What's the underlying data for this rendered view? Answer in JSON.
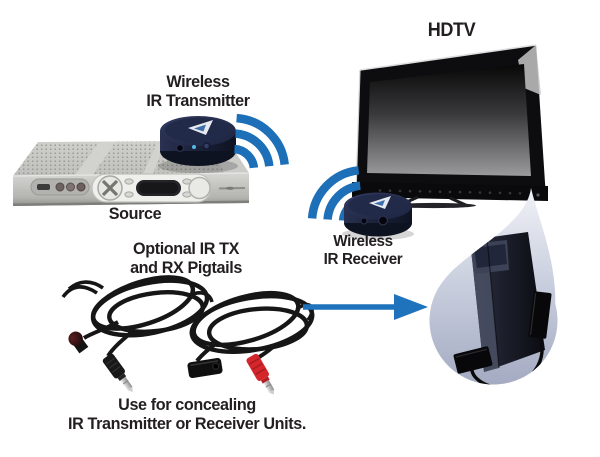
{
  "labels": {
    "transmitter": {
      "line1": "Wireless",
      "line2": "IR Transmitter"
    },
    "source": "Source",
    "hdtv": "HDTV",
    "receiver": {
      "line1": "Wireless",
      "line2": "IR Receiver"
    },
    "pigtails": {
      "line1": "Optional IR TX",
      "line2": "and RX Pigtails"
    },
    "concealing": {
      "line1": "Use for concealing",
      "line2": "IR Transmitter or Receiver Units."
    }
  },
  "colors": {
    "signal_blue": "#1d6fb8",
    "arrow_blue": "#1e73bc",
    "text_color": "#231f20",
    "bg": "#ffffff",
    "device_navy": "#1c2340",
    "plug_red": "#d5262b"
  },
  "icons": {
    "tx_signal": "wireless-signal-icon",
    "rx_signal": "wireless-signal-icon",
    "arrow": "arrow-right-icon",
    "magnifier": "teardrop-callout"
  }
}
